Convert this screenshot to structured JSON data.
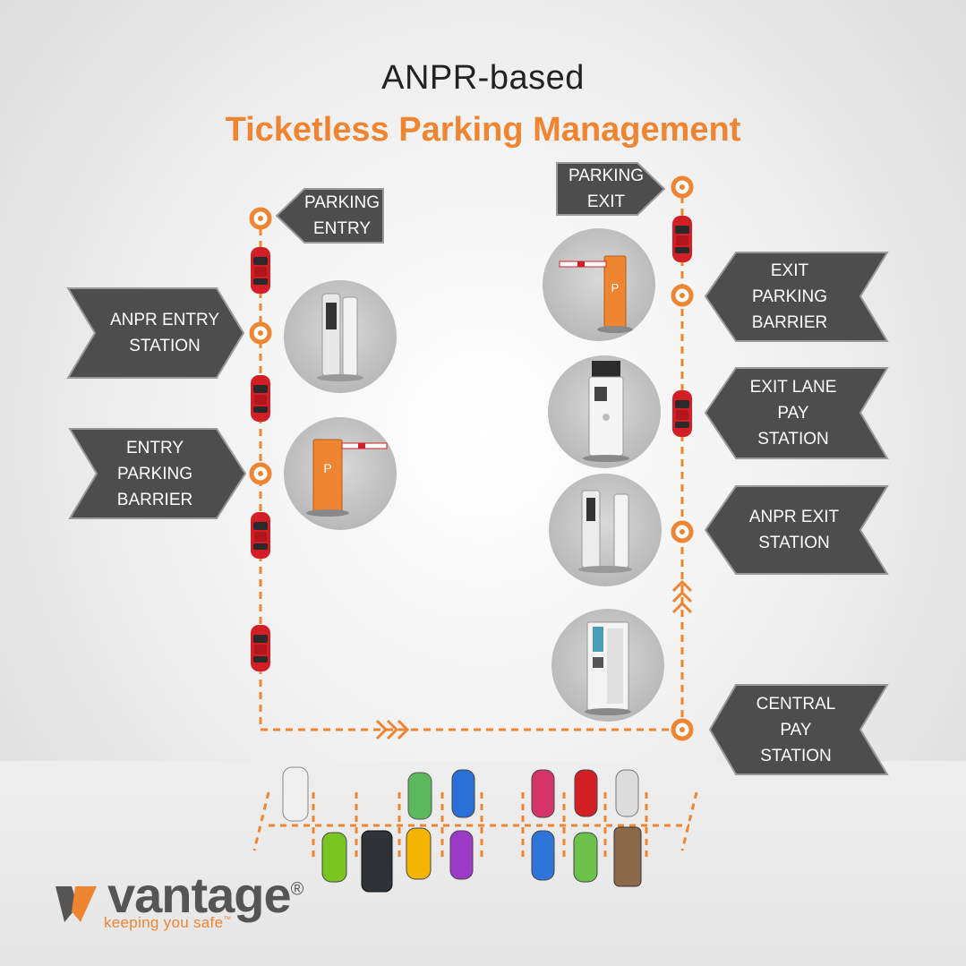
{
  "title": {
    "line1": "ANPR-based",
    "line2": "Ticketless Parking Management"
  },
  "labels": {
    "parking_entry": "PARKING\nENTRY",
    "anpr_entry_station": "ANPR ENTRY\nSTATION",
    "entry_parking_barrier": "ENTRY\nPARKING\nBARRIER",
    "parking_exit": "PARKING\nEXIT",
    "exit_parking_barrier": "EXIT\nPARKING\nBARRIER",
    "exit_lane_pay_station": "EXIT LANE\nPAY\nSTATION",
    "anpr_exit_station": "ANPR EXIT\nSTATION",
    "central_pay_station": "CENTRAL\nPAY\nSTATION"
  },
  "logo": {
    "word": "vantage",
    "registered": "®",
    "tagline": "keeping you safe",
    "trademark": "™"
  },
  "colors": {
    "accent": "#ef8531",
    "label_fill": "#4d4d4d",
    "car_red": "#d21f26"
  }
}
